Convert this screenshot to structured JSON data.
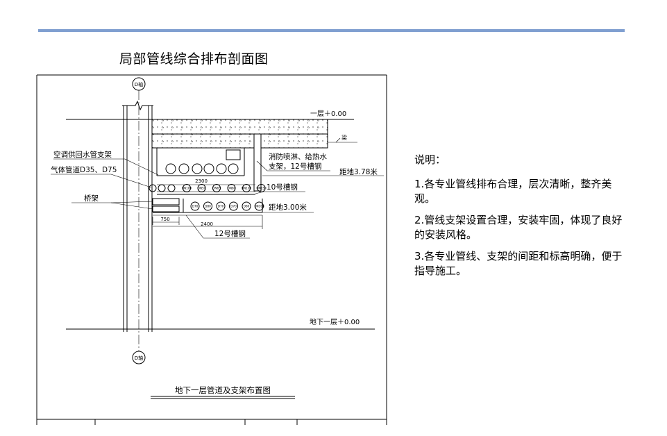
{
  "title": "局部管线综合排布剖面图",
  "colors": {
    "accent_bar": "#7f9fd0"
  },
  "drawing": {
    "axis_top": "D轴",
    "axis_bottom": "D轴",
    "level_top": "一层＋0.00",
    "level_bottom": "地下一层＋0.00",
    "beam": "梁",
    "label_ac": "空调供回水管支架",
    "label_gas": "气体管道D35、D75",
    "label_bridge": "桥架",
    "label_fire_1": "消防喷淋、给热水",
    "label_fire_2": "支架，12号槽钢",
    "label_h378": "距地3.78米",
    "label_ch10": "10号槽钢",
    "label_h300": "距地3.00米",
    "label_ch12": "12号槽钢",
    "dim_2300": "2300",
    "dim_2400": "2400",
    "dim_750": "750",
    "caption": "地下一层管道及支架布置图",
    "pipes_upper": [
      "DN100",
      "DN50",
      "DN65",
      "DN80",
      "DN100",
      "DN150"
    ],
    "pipes_lower": [
      "D70",
      "D80",
      "D70",
      "D70",
      "D80",
      "DN100"
    ]
  },
  "notes": {
    "heading": "说明：",
    "items": [
      "1.各专业管线排布合理，层次清晰，整齐美观。",
      "2.管线支架设置合理，安装牢固，体现了良好的安装风格。",
      "3.各专业管线、支架的间距和标高明确，便于指导施工。"
    ]
  }
}
